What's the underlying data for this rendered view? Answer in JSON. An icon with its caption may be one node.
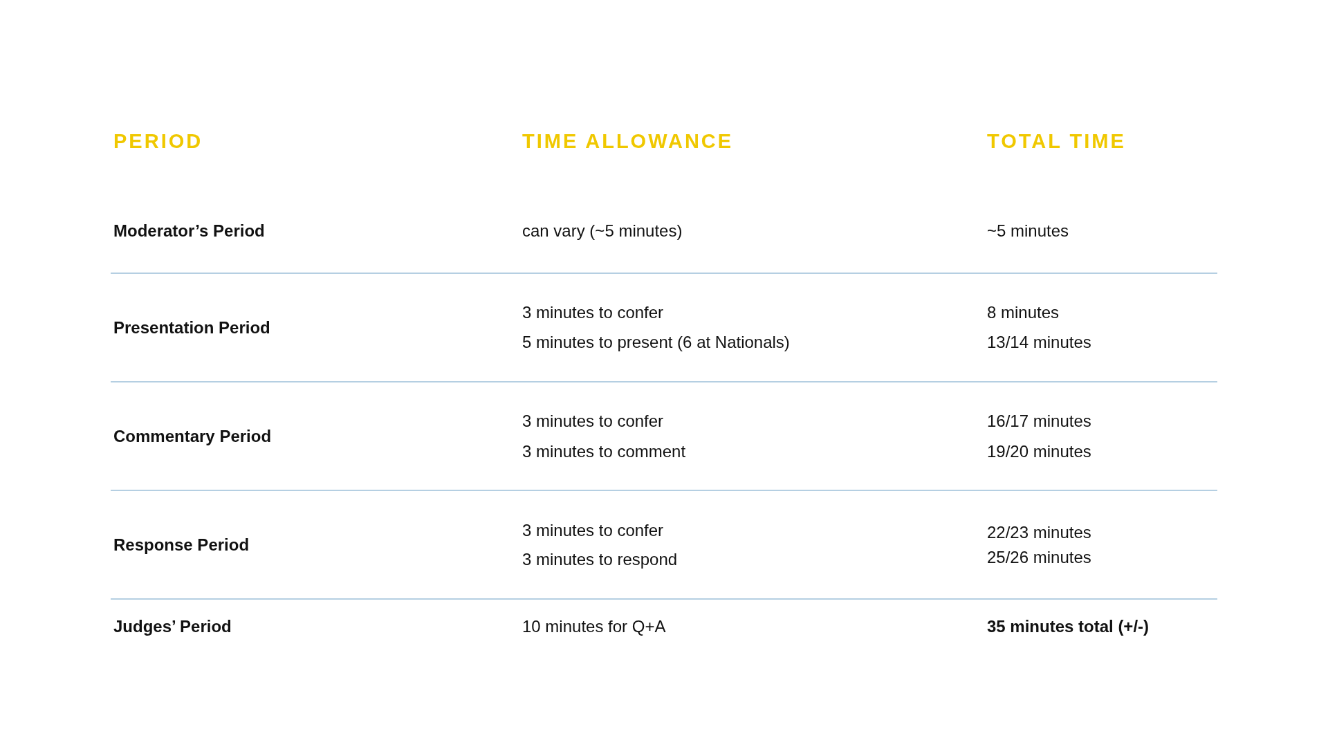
{
  "diagram": {
    "labels": [
      "PERIOD",
      "TIME ALLOWANCE",
      "TOTAL TIME",
      "Moderator’s Period",
      "can vary (~5 minutes)",
      "~5 minutes",
      "Presentation Period",
      "3 minutes to confer",
      "5 minutes to present (6 at Nationals)",
      "8 minutes",
      "13/14 minutes",
      "Commentary Period",
      "3 minutes to confer",
      "3 minutes to comment",
      "16/17 minutes",
      "19/20 minutes",
      "Response Period",
      "3 minutes to confer",
      "3 minutes to respond",
      "22/23 minutes",
      "25/26 minutes",
      "Judges’ Period",
      "10 minutes for Q+A",
      "35 minutes total (+/-)"
    ]
  }
}
